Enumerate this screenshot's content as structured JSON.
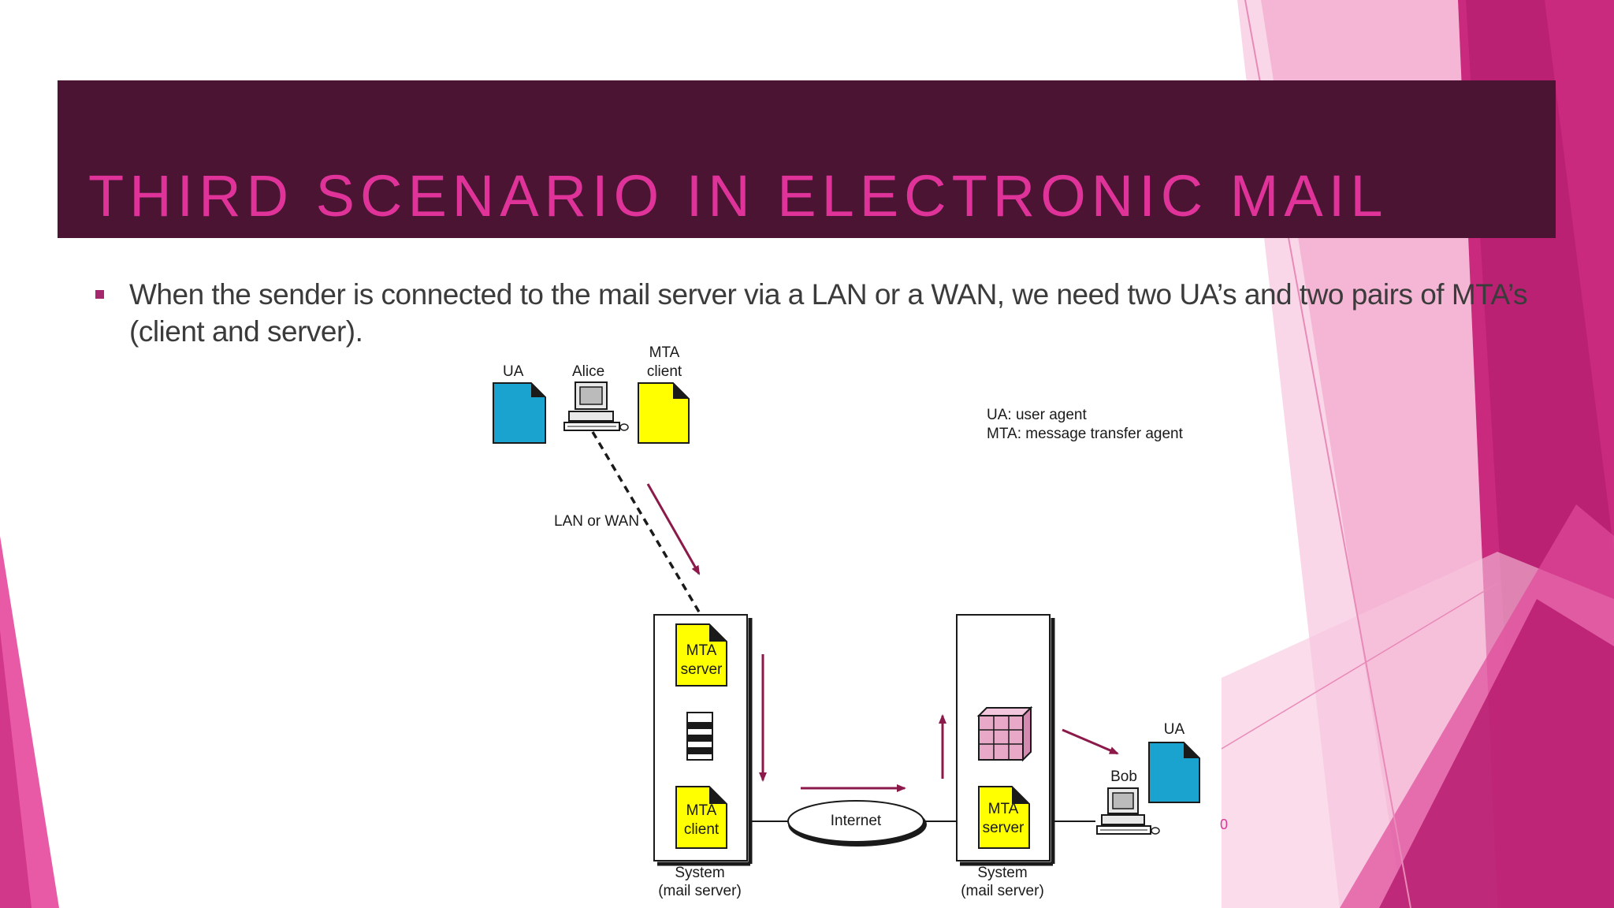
{
  "slide": {
    "title": "THIRD SCENARIO IN ELECTRONIC MAIL",
    "bullet": "When the sender is connected to the mail server via a LAN or a WAN, we need two UA’s and two pairs of MTA’s (client and server).",
    "page_number": "0"
  },
  "diagram": {
    "labels": {
      "ua_top": "UA",
      "alice": "Alice",
      "mta_client_top_line1": "MTA",
      "mta_client_top_line2": "client",
      "lan_wan": "LAN or WAN",
      "mta_server_left_line1": "MTA",
      "mta_server_left_line2": "server",
      "mta_client_left_line1": "MTA",
      "mta_client_left_line2": "client",
      "internet": "Internet",
      "mta_server_right_line1": "MTA",
      "mta_server_right_line2": "server",
      "system_left_line1": "System",
      "system_left_line2": "(mail server)",
      "system_right_line1": "System",
      "system_right_line2": "(mail server)",
      "bob": "Bob",
      "ua_bob": "UA"
    },
    "legend": {
      "line1": "UA: user agent",
      "line2": "MTA: message transfer agent"
    },
    "colors": {
      "ua_doc": "#1ba3cf",
      "mta_doc": "#ffff00",
      "arrow": "#8b1a4a",
      "mailbox": "#e8a8c8"
    }
  }
}
